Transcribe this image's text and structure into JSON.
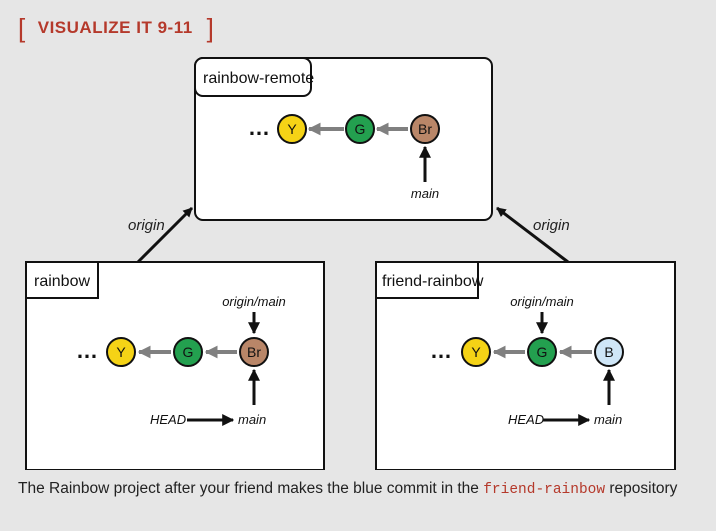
{
  "heading": {
    "open_bracket": "[",
    "title": "VISUALIZE IT 9-11",
    "close_bracket": "]"
  },
  "colors": {
    "accent": "#b5392b",
    "yellow": "#f5d316",
    "green": "#23a04f",
    "brown": "#b98668",
    "blue": "#cfe6f7",
    "arrow_gray": "#808080"
  },
  "repos": {
    "remote": {
      "name": "rainbow-remote",
      "ellipsis": "…",
      "commits": [
        "Y",
        "G",
        "Br"
      ],
      "ref_main": "main"
    },
    "local": {
      "name": "rainbow",
      "ellipsis": "…",
      "commits": [
        "Y",
        "G",
        "Br"
      ],
      "ref_origin_main": "origin/main",
      "ref_head": "HEAD",
      "ref_main": "main"
    },
    "friend": {
      "name": "friend-rainbow",
      "ellipsis": "…",
      "commits": [
        "Y",
        "G",
        "B"
      ],
      "ref_origin_main": "origin/main",
      "ref_head": "HEAD",
      "ref_main": "main"
    }
  },
  "links": {
    "left_origin": "origin",
    "right_origin": "origin"
  },
  "caption": {
    "part1": "The Rainbow project after your friend makes the blue commit in the ",
    "code1": "friend-rainbow",
    "part2": " repository"
  }
}
